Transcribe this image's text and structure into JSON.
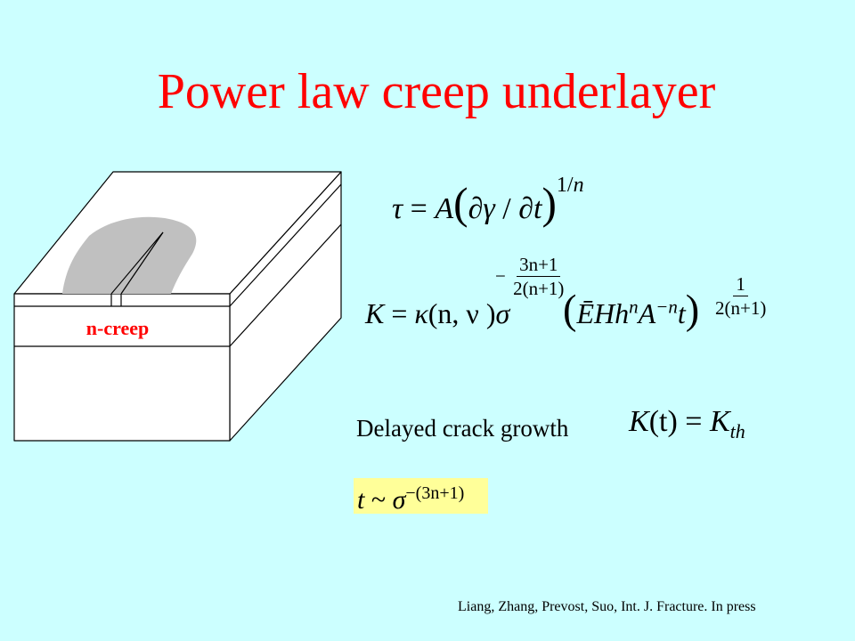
{
  "slide": {
    "title": "Power law creep underlayer",
    "diagram": {
      "layer_label": "n-creep",
      "colors": {
        "background": "#ccffff",
        "fill": "#ffffff",
        "stroke": "#000000",
        "creep_zone": "#c0c0c0",
        "label": "#ff0000"
      }
    },
    "eq1": {
      "lhs": "τ",
      "eq": "=",
      "A": "A",
      "open": "(",
      "d1": "∂",
      "gamma": "γ",
      "slash": " / ",
      "d2": "∂",
      "t": "t",
      "close": ")",
      "exp_num": "1",
      "exp_slash": "/",
      "exp_n": "n"
    },
    "eq2": {
      "K": "K",
      "eq": "=",
      "kappa": "κ",
      "args": "(n, ν )",
      "sigma": "σ",
      "exp_minus": "−",
      "exp_num": "3n+1",
      "exp_den": "2(n+1)",
      "open": "(",
      "body": "ĒHh",
      "n1": "n",
      "A": "A",
      "negn": "−n",
      "t": "t",
      "close": ")",
      "p_num": "1",
      "p_den": "2(n+1)"
    },
    "delayed_text": "Delayed crack growth",
    "eq3": {
      "K": "K",
      "arg": "(t)",
      "eq": "=",
      "Kth": "K",
      "sub": "th"
    },
    "eq4": {
      "t": "t",
      "sim": "~",
      "sigma": "σ",
      "exp": "−(3n+1)",
      "highlight": "#ffff99"
    },
    "citation": "Liang, Zhang, Prevost, Suo, Int. J. Fracture. In press"
  }
}
